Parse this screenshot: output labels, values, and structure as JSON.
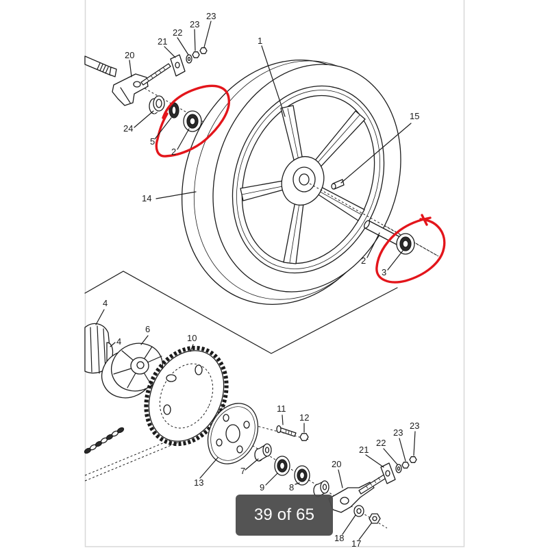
{
  "viewer": {
    "page_counter": "39 of 65"
  },
  "callouts": [
    "20",
    "21",
    "22",
    "23",
    "23",
    "1",
    "24",
    "5",
    "2",
    "15",
    "14",
    "2",
    "3",
    "4",
    "4",
    "6",
    "10",
    "11",
    "12",
    "23",
    "23",
    "22",
    "21",
    "20",
    "13",
    "7",
    "9",
    "8",
    "18",
    "17"
  ],
  "colors": {
    "annotation_circle": "#e3151b",
    "line_art": "#1b1b1b",
    "counter_background": "#4b4b4b",
    "counter_text": "#ffffff",
    "page_frame": "#d8d8d8"
  }
}
